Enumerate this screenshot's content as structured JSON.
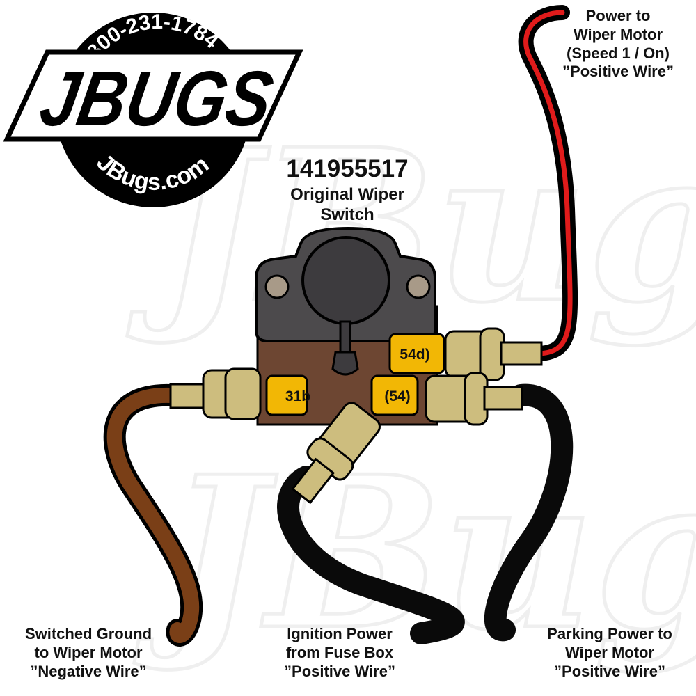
{
  "logo": {
    "phone": "800-231-1784",
    "brand": "JBUGS",
    "url": "JBugs.com",
    "watermark": "JBugs"
  },
  "title": {
    "part_number": "141955517",
    "line1": "Original Wiper",
    "line2": "Switch"
  },
  "terminals": {
    "t31b": "31b",
    "t54": "(54)",
    "t54d": "54d)"
  },
  "labels": {
    "power_speed1": [
      "Power to",
      "Wiper Motor",
      "(Speed 1 / On)",
      "”Positive Wire”"
    ],
    "switched_ground": [
      "Switched Ground",
      "to Wiper Motor",
      "”Negative Wire”"
    ],
    "ignition_power": [
      "Ignition Power",
      "from Fuse Box",
      "”Positive Wire”"
    ],
    "parking_power": [
      "Parking Power to",
      "Wiper Motor",
      "”Positive Wire”"
    ]
  },
  "colors": {
    "brown_wire": "#7a3f17",
    "black_wire": "#0a0a0a",
    "red_stripe": "#e01b1b",
    "switch_body": "#6d4632",
    "switch_cap": "#4c4a4c",
    "terminal_gold": "#f2b705",
    "connector": "#cdbd7e"
  }
}
